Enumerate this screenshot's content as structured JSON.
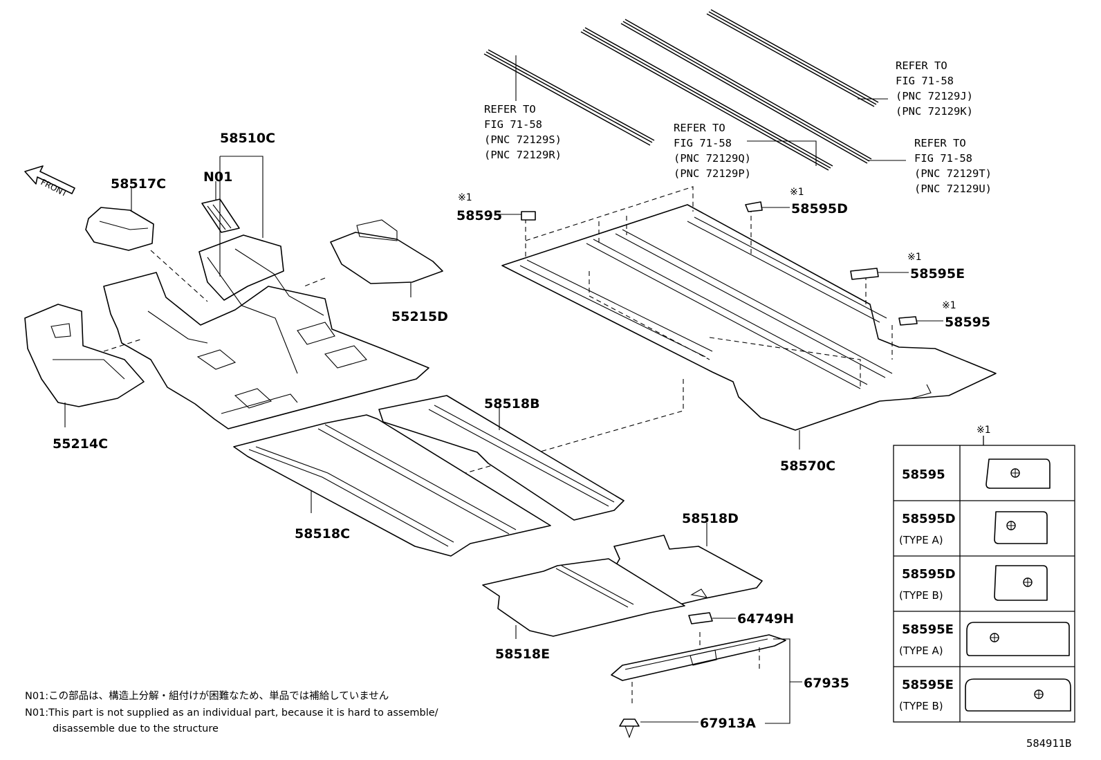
{
  "direction_label": "FRONT",
  "labels": {
    "p58510c": "58510C",
    "n01": "N01",
    "p58517c": "58517C",
    "p55215d": "55215D",
    "p55214c": "55214C",
    "p58518b": "58518B",
    "p58518c": "58518C",
    "p58518d": "58518D",
    "p58518e": "58518E",
    "p64749h": "64749H",
    "p67935": "67935",
    "p67913a": "67913A",
    "p58570c": "58570C",
    "p58595_a": "58595",
    "p58595d": "58595D",
    "p58595e": "58595E",
    "p58595_b": "58595"
  },
  "markers": {
    "m1": "※1",
    "m2": "※1",
    "m3": "※1",
    "m4": "※1",
    "table": "※1"
  },
  "references": [
    {
      "line1": "REFER TO",
      "line2": "FIG 71-58",
      "line3": "(PNC 72129S)",
      "line4": "(PNC 72129R)"
    },
    {
      "line1": "REFER TO",
      "line2": "FIG 71-58",
      "line3": "(PNC 72129Q)",
      "line4": "(PNC 72129P)"
    },
    {
      "line1": "REFER TO",
      "line2": "FIG 71-58",
      "line3": "(PNC 72129J)",
      "line4": "(PNC 72129K)"
    },
    {
      "line1": "REFER TO",
      "line2": "FIG 71-58",
      "line3": "(PNC 72129T)",
      "line4": "(PNC 72129U)"
    }
  ],
  "table_rows": [
    {
      "part": "58595",
      "type": ""
    },
    {
      "part": "58595D",
      "type": "(TYPE A)"
    },
    {
      "part": "58595D",
      "type": "(TYPE B)"
    },
    {
      "part": "58595E",
      "type": "(TYPE A)"
    },
    {
      "part": "58595E",
      "type": "(TYPE B)"
    }
  ],
  "notes": {
    "ja": "N01:この部品は、構造上分解・組付けが困難なため、単品では補給していません",
    "en_line1": "N01:This part is not supplied as an individual part, because it is hard to assemble/",
    "en_line2": "disassemble due to the structure"
  },
  "figure_id": "584911B"
}
